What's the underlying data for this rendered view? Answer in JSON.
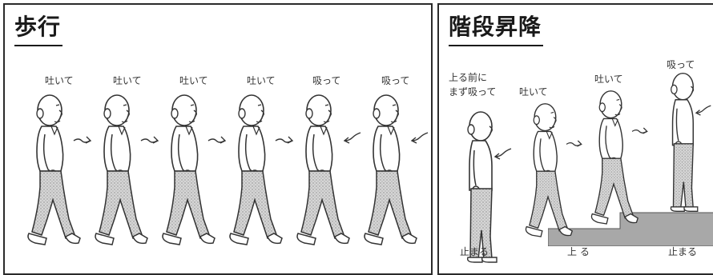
{
  "walking": {
    "title": "歩行",
    "figures": [
      {
        "label": "吐いて",
        "breath": "exhale"
      },
      {
        "label": "吐いて",
        "breath": "exhale"
      },
      {
        "label": "吐いて",
        "breath": "exhale"
      },
      {
        "label": "吐いて",
        "breath": "exhale"
      },
      {
        "label": "吸って",
        "breath": "inhale"
      },
      {
        "label": "吸って",
        "breath": "inhale"
      }
    ]
  },
  "stairs": {
    "title": "階段昇降",
    "figures": [
      {
        "label": "上る前に\nまず吸って",
        "breath": "inhale",
        "bottom_label": "止まる"
      },
      {
        "label": "吐いて",
        "breath": "exhale",
        "bottom_label": ""
      },
      {
        "label": "吐いて",
        "breath": "exhale",
        "bottom_label": ""
      },
      {
        "label": "吸って",
        "breath": "inhale",
        "bottom_label": "止まる"
      }
    ],
    "middle_label": "上 る"
  },
  "colors": {
    "line": "#333333",
    "fill": "#bdbdbd",
    "step": "#a8a8a8"
  }
}
